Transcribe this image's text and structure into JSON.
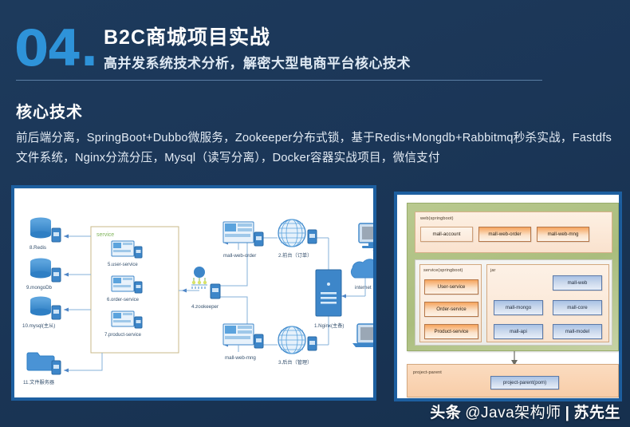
{
  "header": {
    "number": "04.",
    "title": "B2C商城项目实战",
    "subtitle": "高并发系统技术分析，解密大型电商平台核心技术"
  },
  "core": {
    "heading": "核心技术",
    "description": "前后端分离，SpringBoot+Dubbo微服务，Zookeeper分布式锁，基于Redis+Mongdb+Rabbitmq秒杀实战，Fastdfs文件系统，Nginx分流分压，Mysql（读写分离），Docker容器实战项目，微信支付"
  },
  "left_diagram": {
    "title": "architecture-deployment-diagram",
    "service_box_label": "service",
    "nodes": [
      {
        "id": "redis",
        "label": "8.Redis",
        "icon": "database-icon"
      },
      {
        "id": "mongodb",
        "label": "9.mongoDb",
        "icon": "database-icon"
      },
      {
        "id": "mysql",
        "label": "10.mysql(主从)",
        "icon": "database-icon"
      },
      {
        "id": "fileserver",
        "label": "11.文件服务器",
        "icon": "folder-icon"
      },
      {
        "id": "user-service",
        "label": "5.user-service",
        "icon": "server-screen-icon"
      },
      {
        "id": "order-service",
        "label": "6.order-service",
        "icon": "server-screen-icon"
      },
      {
        "id": "product-service",
        "label": "7.product-service",
        "icon": "server-screen-icon"
      },
      {
        "id": "zookeeper",
        "label": "4.zookeeper",
        "icon": "tree-node-icon"
      },
      {
        "id": "mall-web-order",
        "label": "mall-web-order",
        "icon": "server-screen-icon"
      },
      {
        "id": "mall-web-mng",
        "label": "mall-web-mng",
        "icon": "server-screen-icon"
      },
      {
        "id": "front-order",
        "label": "2.前台（订单）",
        "icon": "globe-icon"
      },
      {
        "id": "back-admin",
        "label": "3.后台（管理）",
        "icon": "globe-icon"
      },
      {
        "id": "nginx",
        "label": "1.Nginx(主备)",
        "icon": "server-rack-icon"
      },
      {
        "id": "internet",
        "label": "internet",
        "icon": "cloud-icon"
      },
      {
        "id": "desktop",
        "label": "",
        "icon": "desktop-computer-icon"
      },
      {
        "id": "laptop",
        "label": "",
        "icon": "laptop-icon"
      }
    ]
  },
  "right_diagram": {
    "title": "maven-module-structure-diagram",
    "web_group": {
      "label": "web(springboot)",
      "modules": [
        "mall-account",
        "mall-web-order",
        "mall-web-mng"
      ]
    },
    "service_group": {
      "label": "service(springboot)",
      "modules": [
        "User-service",
        "Order-service",
        "Product-service"
      ]
    },
    "jar_group": {
      "label": "jar",
      "modules": [
        "mall-web",
        "mall-mongo",
        "mall-core",
        "mall-api",
        "mall-model"
      ]
    },
    "parent_group": {
      "label": "project-parent",
      "module": "project-parent(pom)"
    }
  },
  "watermark": {
    "prefix": "头条",
    "handle": "@Java架构师",
    "separator": "|",
    "author": "苏先生"
  },
  "colors": {
    "background": "#1b3758",
    "accent": "#2e93d9",
    "panel_border": "#1d5fa0",
    "diagram_blue": "#3d7fc1",
    "green_group": "#aabd7d",
    "orange_chip": "#f6a45d"
  }
}
